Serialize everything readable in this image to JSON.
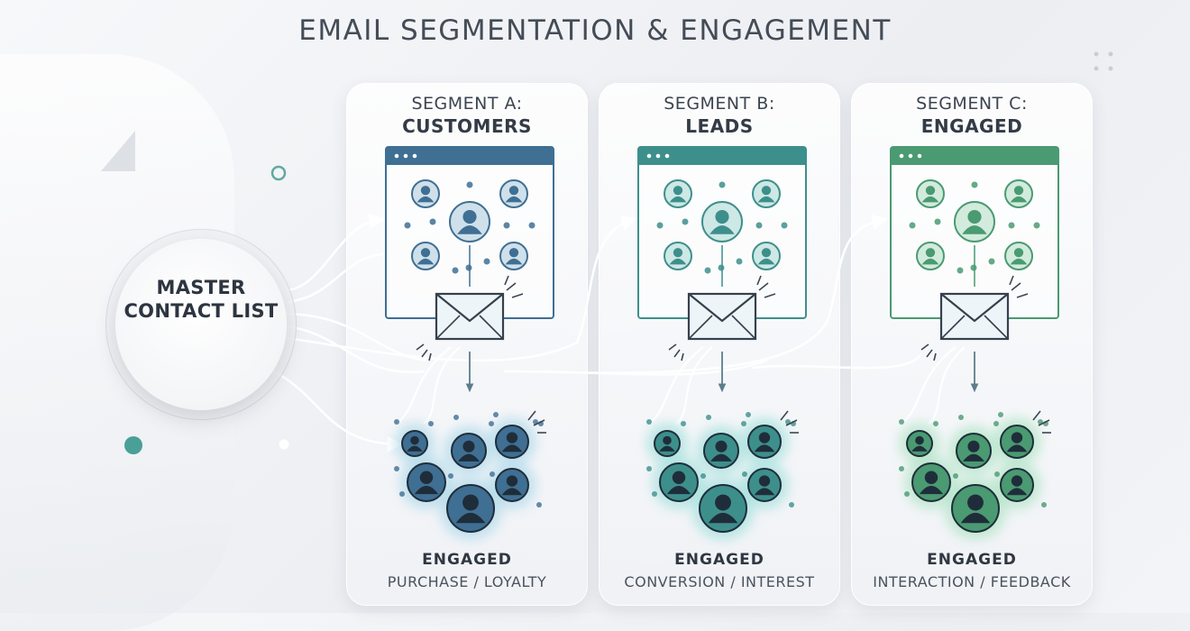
{
  "title": "EMAIL SEGMENTATION & ENGAGEMENT",
  "master": {
    "label": "MASTER CONTACT LIST",
    "icon": "funnel-icon"
  },
  "segments": [
    {
      "title": "SEGMENT A:",
      "name": "CUSTOMERS",
      "engaged": "ENGAGED",
      "subtitle": "PURCHASE / LOYALTY",
      "color": "#3f6f93",
      "light": "#cfe0ea",
      "glow": "#9fd3e6"
    },
    {
      "title": "SEGMENT B:",
      "name": "LEADS",
      "engaged": "ENGAGED",
      "subtitle": "CONVERSION / INTEREST",
      "color": "#3d8f8c",
      "light": "#cde8e5",
      "glow": "#8fdcd6"
    },
    {
      "title": "SEGMENT C:",
      "name": "ENGAGED",
      "engaged": "ENGAGED",
      "subtitle": "INTERACTION / FEEDBACK",
      "color": "#4a9a72",
      "light": "#d2ebdc",
      "glow": "#9fe0b9"
    }
  ],
  "colors": {
    "dot_a": "#3f7f9a",
    "dot_b": "#3f8fa6",
    "dot_c": "#4aa57e"
  }
}
